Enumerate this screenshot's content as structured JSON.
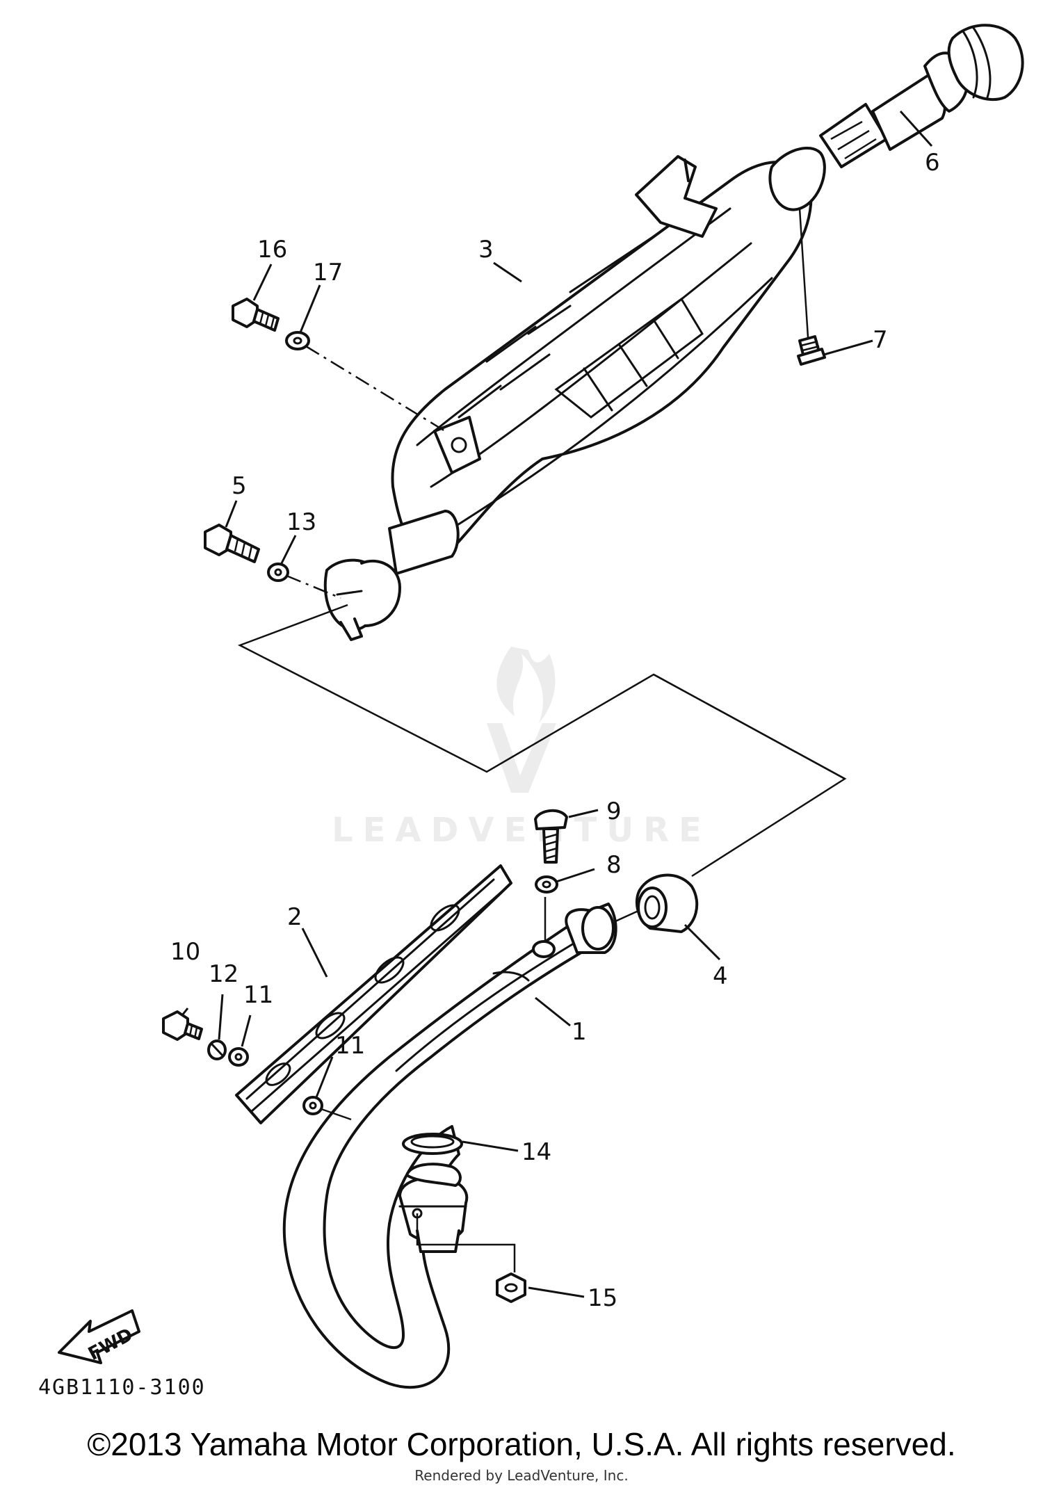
{
  "diagram": {
    "code": "4GB1110-3100",
    "fwd_label": "FWD",
    "watermark": "LEADVENTURE",
    "callouts": [
      {
        "id": "c1",
        "label": "1"
      },
      {
        "id": "c2",
        "label": "2"
      },
      {
        "id": "c3",
        "label": "3"
      },
      {
        "id": "c4",
        "label": "4"
      },
      {
        "id": "c5",
        "label": "5"
      },
      {
        "id": "c6",
        "label": "6"
      },
      {
        "id": "c7",
        "label": "7"
      },
      {
        "id": "c8",
        "label": "8"
      },
      {
        "id": "c9",
        "label": "9"
      },
      {
        "id": "c10",
        "label": "10"
      },
      {
        "id": "c11a",
        "label": "11"
      },
      {
        "id": "c11b",
        "label": "11"
      },
      {
        "id": "c12",
        "label": "12"
      },
      {
        "id": "c13",
        "label": "13"
      },
      {
        "id": "c14",
        "label": "14"
      },
      {
        "id": "c15",
        "label": "15"
      },
      {
        "id": "c16",
        "label": "16"
      },
      {
        "id": "c17",
        "label": "17"
      }
    ]
  },
  "footer": {
    "copyright": "©2013 Yamaha Motor Corporation, U.S.A. All rights reserved.",
    "rendered_by": "Rendered by LeadVenture, Inc."
  }
}
